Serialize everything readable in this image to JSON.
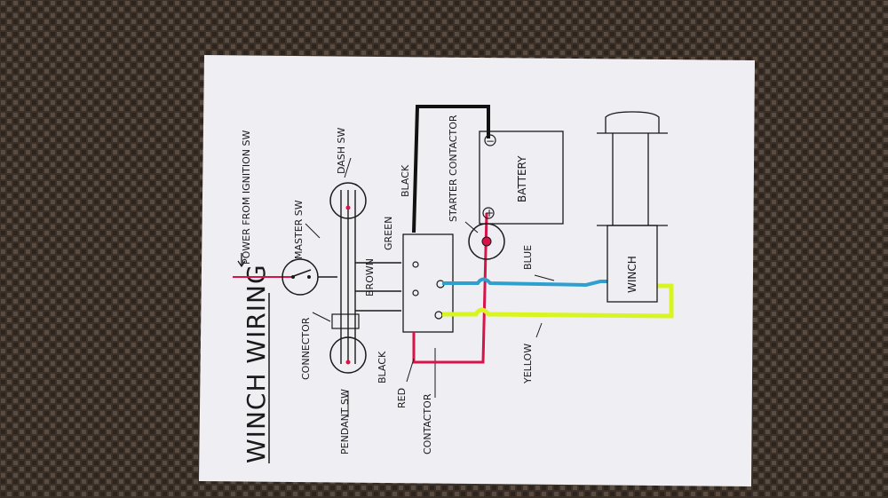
{
  "title": "WINCH WIRING",
  "labels": {
    "power": "POWER FROM IGNITION SW",
    "master_sw": "MASTER SW",
    "dash_sw": "DASH SW",
    "connector": "CONNECTOR",
    "pendant_sw": "PENDANT SW",
    "black_left": "BLACK",
    "brown": "BROWN",
    "green": "GREEN",
    "black_top": "BLACK",
    "red": "RED",
    "contactor": "CONTACTOR",
    "starter_contactor": "STARTER CONTACTOR",
    "battery": "BATTERY",
    "minus": "−",
    "plus": "+",
    "blue": "BLUE",
    "yellow": "YELLOW",
    "winch": "WINCH"
  },
  "colors": {
    "background": "#3a2f26",
    "paper": "#eeeef3",
    "ink": "#1a1a1a",
    "red_wire": "#d6144a",
    "blue_wire": "#2f9fd0",
    "yellow_wire": "#d8f520",
    "black_wire": "#111111"
  }
}
